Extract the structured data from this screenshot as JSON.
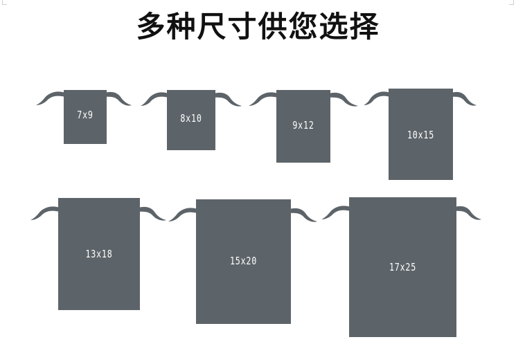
{
  "title": "多种尺寸供您选择",
  "colors": {
    "bag": "#5d6469",
    "label": "#ffffff",
    "title": "#111111"
  },
  "bags": [
    {
      "label": "7x9"
    },
    {
      "label": "8x10"
    },
    {
      "label": "9x12"
    },
    {
      "label": "10x15"
    },
    {
      "label": "13x18"
    },
    {
      "label": "15x20"
    },
    {
      "label": "17x25"
    }
  ]
}
